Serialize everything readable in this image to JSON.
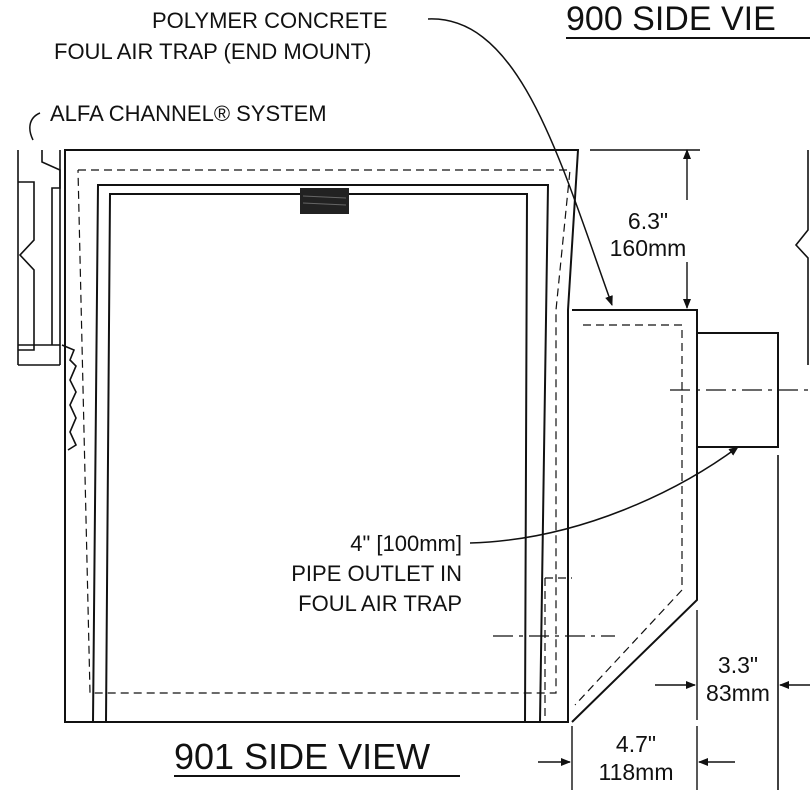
{
  "labels": {
    "trap_line1": "POLYMER CONCRETE",
    "trap_line2": "FOUL AIR TRAP (END MOUNT)",
    "channel": "ALFA CHANNEL® SYSTEM",
    "outlet_line1": "4\"  [100mm]",
    "outlet_line2": "PIPE OUTLET IN",
    "outlet_line3": "FOUL AIR TRAP"
  },
  "titles": {
    "view_901": "901 SIDE VIEW",
    "view_900": "900 SIDE VIE"
  },
  "dimensions": {
    "height_in": "6.3\"",
    "height_mm": "160mm",
    "depth_in": "3.3\"",
    "depth_mm": "83mm",
    "width_in": "4.7\"",
    "width_mm": "118mm"
  }
}
